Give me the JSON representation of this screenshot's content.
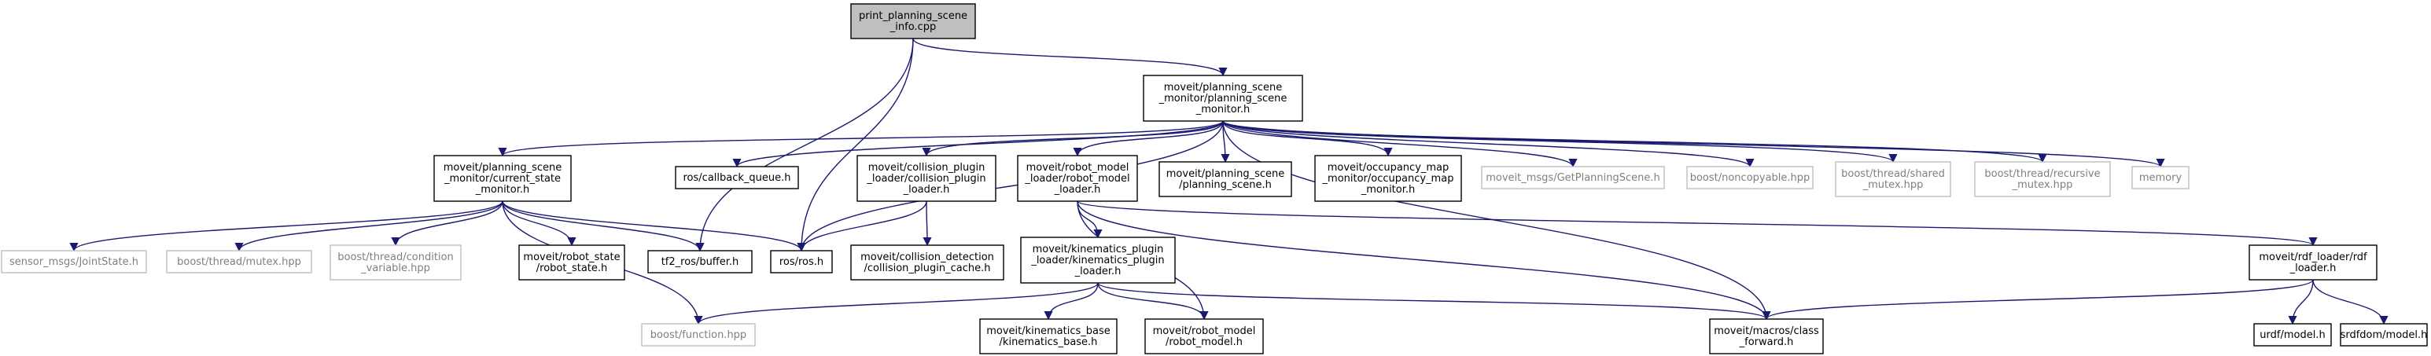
{
  "colors": {
    "edge": "#191970",
    "node_border": "#000000",
    "node_border_external": "#bfbfbf",
    "root_fill": "#bfbfbf",
    "text": "#000000",
    "text_external": "#7f7f7f"
  },
  "nodes": [
    {
      "id": "root",
      "lines": [
        "print_planning_scene",
        "_info.cpp"
      ],
      "style": "root"
    },
    {
      "id": "psm",
      "lines": [
        "moveit/planning_scene",
        "_monitor/planning_scene",
        "_monitor.h"
      ],
      "style": "normal"
    },
    {
      "id": "csm",
      "lines": [
        "moveit/planning_scene",
        "_monitor/current_state",
        "_monitor.h"
      ],
      "style": "normal"
    },
    {
      "id": "cbq",
      "lines": [
        "ros/callback_queue.h"
      ],
      "style": "normal"
    },
    {
      "id": "cpl",
      "lines": [
        "moveit/collision_plugin",
        "_loader/collision_plugin",
        "_loader.h"
      ],
      "style": "normal"
    },
    {
      "id": "rml",
      "lines": [
        "moveit/robot_model",
        "_loader/robot_model",
        "_loader.h"
      ],
      "style": "normal"
    },
    {
      "id": "ps",
      "lines": [
        "moveit/planning_scene",
        "/planning_scene.h"
      ],
      "style": "normal"
    },
    {
      "id": "omm",
      "lines": [
        "moveit/occupancy_map",
        "_monitor/occupancy_map",
        "_monitor.h"
      ],
      "style": "normal"
    },
    {
      "id": "gps",
      "lines": [
        "moveit_msgs/GetPlanningScene.h"
      ],
      "style": "external"
    },
    {
      "id": "nc",
      "lines": [
        "boost/noncopyable.hpp"
      ],
      "style": "external"
    },
    {
      "id": "sm",
      "lines": [
        "boost/thread/shared",
        "_mutex.hpp"
      ],
      "style": "external"
    },
    {
      "id": "rm",
      "lines": [
        "boost/thread/recursive",
        "_mutex.hpp"
      ],
      "style": "external"
    },
    {
      "id": "mem",
      "lines": [
        "memory"
      ],
      "style": "external"
    },
    {
      "id": "js",
      "lines": [
        "sensor_msgs/JointState.h"
      ],
      "style": "external"
    },
    {
      "id": "mtx",
      "lines": [
        "boost/thread/mutex.hpp"
      ],
      "style": "external"
    },
    {
      "id": "cv",
      "lines": [
        "boost/thread/condition",
        "_variable.hpp"
      ],
      "style": "external"
    },
    {
      "id": "rs",
      "lines": [
        "moveit/robot_state",
        "/robot_state.h"
      ],
      "style": "normal"
    },
    {
      "id": "tf2",
      "lines": [
        "tf2_ros/buffer.h"
      ],
      "style": "normal"
    },
    {
      "id": "ros",
      "lines": [
        "ros/ros.h"
      ],
      "style": "normal"
    },
    {
      "id": "cpc",
      "lines": [
        "moveit/collision_detection",
        "/collision_plugin_cache.h"
      ],
      "style": "normal"
    },
    {
      "id": "kpl",
      "lines": [
        "moveit/kinematics_plugin",
        "_loader/kinematics_plugin",
        "_loader.h"
      ],
      "style": "normal"
    },
    {
      "id": "rdf",
      "lines": [
        "moveit/rdf_loader/rdf",
        "_loader.h"
      ],
      "style": "normal"
    },
    {
      "id": "fn",
      "lines": [
        "boost/function.hpp"
      ],
      "style": "external"
    },
    {
      "id": "kb",
      "lines": [
        "moveit/kinematics_base",
        "/kinematics_base.h"
      ],
      "style": "normal"
    },
    {
      "id": "rmod",
      "lines": [
        "moveit/robot_model",
        "/robot_model.h"
      ],
      "style": "normal"
    },
    {
      "id": "cf",
      "lines": [
        "moveit/macros/class",
        "_forward.h"
      ],
      "style": "normal"
    },
    {
      "id": "urdf",
      "lines": [
        "urdf/model.h"
      ],
      "style": "normal"
    },
    {
      "id": "srdf",
      "lines": [
        "srdfdom/model.h"
      ],
      "style": "normal"
    }
  ],
  "edges": [
    [
      "root",
      "psm"
    ],
    [
      "root",
      "tf2"
    ],
    [
      "root",
      "ros"
    ],
    [
      "psm",
      "csm"
    ],
    [
      "psm",
      "cbq"
    ],
    [
      "psm",
      "cpl"
    ],
    [
      "psm",
      "rml"
    ],
    [
      "psm",
      "ps"
    ],
    [
      "psm",
      "omm"
    ],
    [
      "psm",
      "gps"
    ],
    [
      "psm",
      "nc"
    ],
    [
      "psm",
      "sm"
    ],
    [
      "psm",
      "rm"
    ],
    [
      "psm",
      "mem"
    ],
    [
      "psm",
      "ros"
    ],
    [
      "psm",
      "cf"
    ],
    [
      "csm",
      "js"
    ],
    [
      "csm",
      "mtx"
    ],
    [
      "csm",
      "cv"
    ],
    [
      "csm",
      "rs"
    ],
    [
      "csm",
      "tf2"
    ],
    [
      "csm",
      "ros"
    ],
    [
      "csm",
      "fn"
    ],
    [
      "cpl",
      "cpc"
    ],
    [
      "cpl",
      "ros"
    ],
    [
      "rml",
      "kpl"
    ],
    [
      "rml",
      "rmod"
    ],
    [
      "rml",
      "cf"
    ],
    [
      "rml",
      "rdf"
    ],
    [
      "kpl",
      "fn"
    ],
    [
      "kpl",
      "kb"
    ],
    [
      "kpl",
      "rmod"
    ],
    [
      "kpl",
      "cf"
    ],
    [
      "rdf",
      "urdf"
    ],
    [
      "rdf",
      "srdf"
    ],
    [
      "rdf",
      "cf"
    ]
  ]
}
